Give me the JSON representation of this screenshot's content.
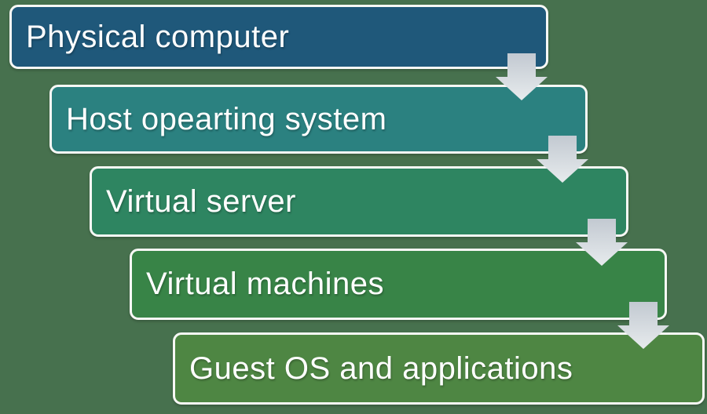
{
  "diagram": {
    "title": "Virtualization layers cascade diagram",
    "background_color": "#47714e",
    "box_border_color": "#f7f8f5",
    "text_color": "#ffffff",
    "arrow": {
      "icon": "down-arrow-icon",
      "gradient_top": "#c2c9d1",
      "gradient_bottom": "#e7ebed"
    },
    "steps": [
      {
        "label": "Physical computer",
        "color": "#1f587a"
      },
      {
        "label": "Host opearting system",
        "color": "#2b8180"
      },
      {
        "label": "Virtual server",
        "color": "#2e8561"
      },
      {
        "label": "Virtual machines",
        "color": "#388447"
      },
      {
        "label": "Guest OS and applications",
        "color": "#4e8643"
      }
    ]
  }
}
